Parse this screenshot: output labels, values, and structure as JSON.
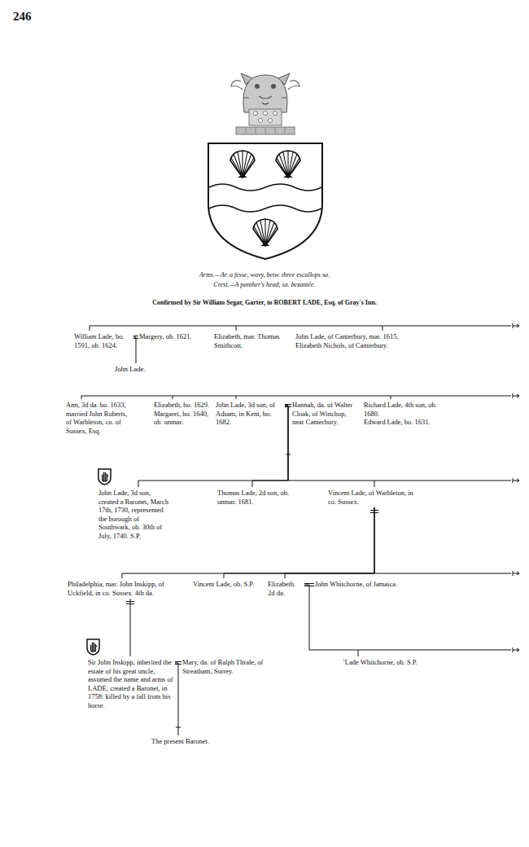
{
  "diagram": {
    "nodes": [
      {
        "text": [
          "William Lade, bo. 1591, ob. 1624."
        ]
      },
      {
        "text": [
          "Margery, ob. 1621."
        ]
      },
      {
        "text": [
          "Elizabeth, mar. Thomas Smithcott."
        ]
      },
      {
        "text": [
          "John Lade, of Canterbury, mar. 1615, Elizabeth Nichols, of Canterbury."
        ]
      },
      {
        "text": [
          "John Lade."
        ]
      },
      {
        "text": [
          "Ann, 3d da. bo. 1633, married John Roberts, of Warbleton, co. of Sussex, Esq."
        ]
      },
      {
        "text": [
          "Elizabeth, bo. 1629.",
          "Margaret, bo. 1640, ob. unmar."
        ]
      },
      {
        "text": [
          "John Lade, 3d son, of Adsam, in Kent, bo. 1682."
        ]
      },
      {
        "text": [
          "Hannah, da. of Walter Cloak, of Winchop, near Canterbury."
        ]
      },
      {
        "text": [
          "Richard Lade, 4th son, ob. 1680.",
          "Edward Lade, bo. 1631."
        ]
      },
      {
        "text": [
          "John Lade, 3d son, created a Baronet, March 17th, 1730, represented the borough of Southwark, ob. 30th of July, 1740. S.P."
        ]
      },
      {
        "text": [
          "Thomas Lade, 2d son, ob. unmar. 1681."
        ]
      },
      {
        "text": [
          "Vincent Lade, of Warbleton, in co. Sussex."
        ]
      },
      {
        "text": [
          "Philadelphia, mar. John Inskipp, of Uckfield, in co. Sussex. 4th da."
        ]
      },
      {
        "text": [
          "Vincent Lade, ob. S.P."
        ]
      },
      {
        "text": [
          "Elizabeth. 2d da."
        ]
      },
      {
        "text": [
          "John Whitchorne, of Jamaica."
        ]
      },
      {
        "text": [
          "Sir John Inskipp, inherited the estate of his great uncle, assumed the name and arms of LADE; created a Baronet, in 1758: killed by a fall from his horse."
        ]
      },
      {
        "text": [
          "Mary, da. of Ralph Thrale, of Streatham, Surrey."
        ]
      },
      {
        "text": [
          "’Lade Whitchorne, ob. S.P."
        ]
      },
      {
        "text": [
          "The present Baronet."
        ]
      }
    ],
    "edges": [
      {
        "from": 0,
        "to": 1,
        "arrow": "none"
      },
      {
        "from": 0,
        "to": 4,
        "arrow": "none"
      },
      {
        "from": 7,
        "to": 8,
        "arrow": "none"
      },
      {
        "from": 7,
        "to": 10,
        "arrow": "none"
      },
      {
        "from": 7,
        "to": 11,
        "arrow": "none"
      },
      {
        "from": 7,
        "to": 12,
        "arrow": "none"
      },
      {
        "from": 12,
        "to": 13,
        "arrow": "none"
      },
      {
        "from": 12,
        "to": 14,
        "arrow": "none"
      },
      {
        "from": 12,
        "to": 15,
        "arrow": "none"
      },
      {
        "from": 15,
        "to": 16,
        "arrow": "none"
      },
      {
        "from": 13,
        "to": 17,
        "arrow": "none"
      },
      {
        "from": 15,
        "to": 19,
        "arrow": "none"
      },
      {
        "from": 17,
        "to": 18,
        "arrow": "none"
      },
      {
        "from": 17,
        "to": 20,
        "arrow": "none"
      }
    ],
    "labels": [
      "246",
      "Arms.—Ar. a fesse, wavy, betw. three escallops sa.",
      "Crest.—A panther's head, sa. bezantée.",
      "Confirmed by Sir William Segar, Garter, to ROBERT LADE, Esq. of Gray's Inn."
    ]
  }
}
